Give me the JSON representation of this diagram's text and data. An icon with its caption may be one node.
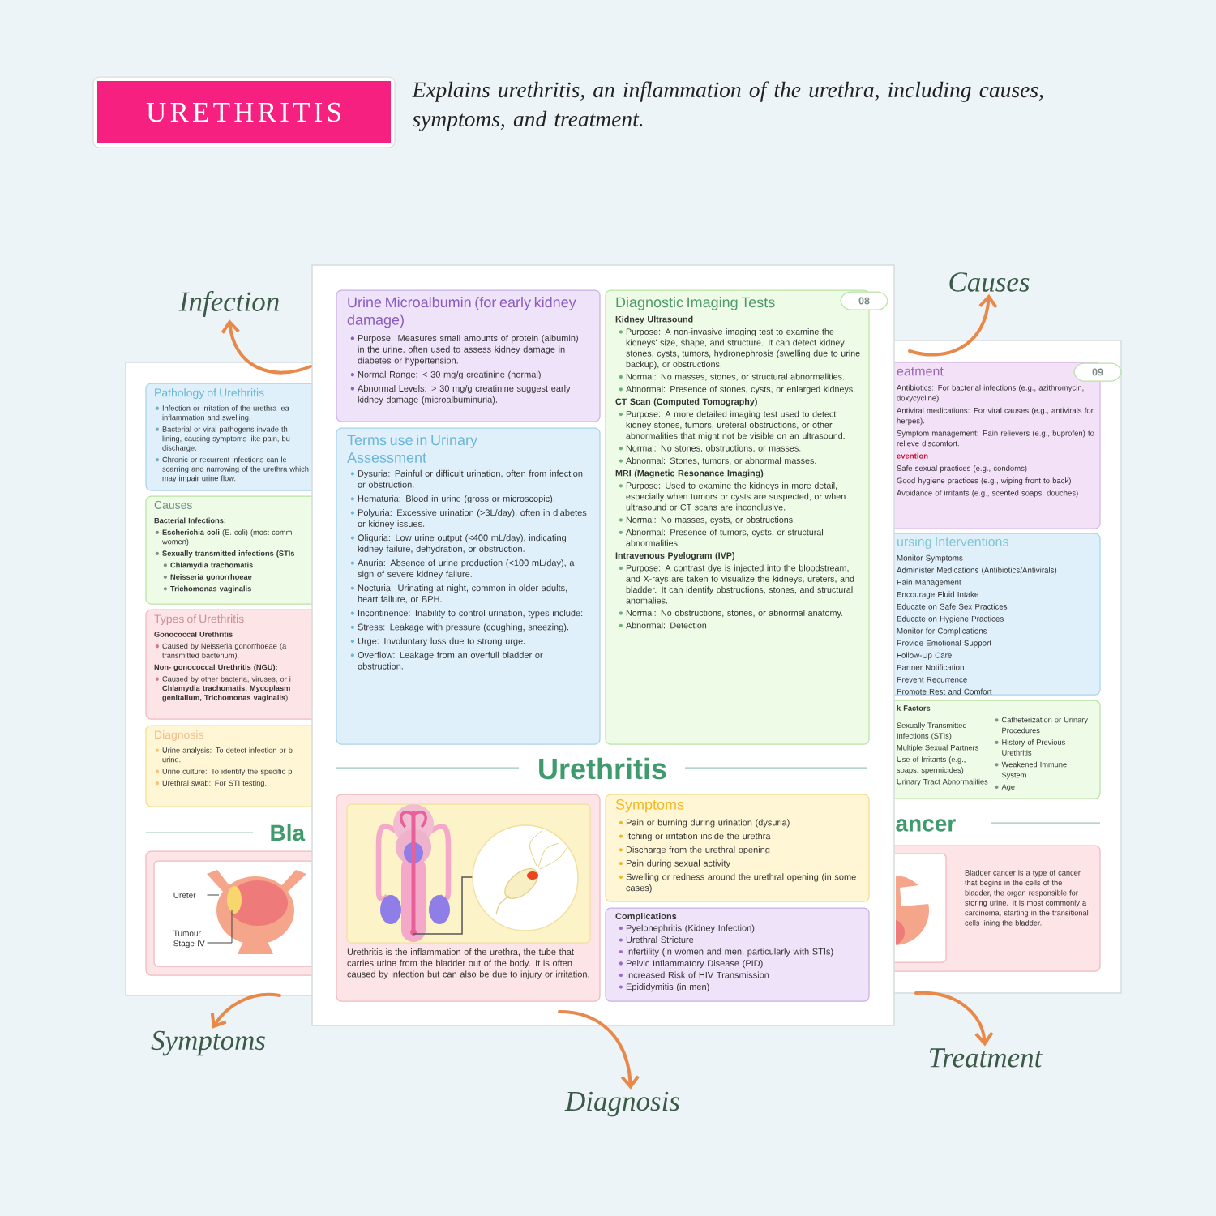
{
  "diagram": {
    "nodes": [
      {
        "text": [
          "URETHRITIS"
        ],
        "beside": [
          "Explains urethritis, an inflammation of the urethra, including causes, symptoms, and treatment."
        ]
      },
      {
        "text": [],
        "shape": "box"
      },
      {
        "text": [
          "Pathology of Urethritis",
          "Infection or irritation of the urethra lea inflammation and swelling.",
          "Bacterial or viral pathogens invade th lining, causing symptoms like pain, bu discharge.",
          "Chronic or recurrent infections can le scarring and narrowing of the urethra which may impair urine flow."
        ],
        "in": 1
      },
      {
        "text": [
          "Causes",
          "Bacterial Infections:",
          "**Escherichia coli** (E. coli) (most comm women)",
          "Sexually transmitted infections (STIs",
          "Chlamydia trachomatis",
          "Neisseria gonorrhoeae",
          "Trichomonas vaginalis"
        ],
        "in": 1
      },
      {
        "text": [
          "Types of Urethritis",
          "Gonococcal Urethritis",
          "Caused by Neisseria gonorrhoeae (a transmitted bacterium).",
          "Non- gonococcal Urethritis (NGU):",
          "Caused by other bacteria, viruses, or i **Chlamydia trachomatis, Mycoplasm genitalium, Trichomonas vaginalis**)."
        ],
        "in": 1
      },
      {
        "text": [
          "Diagnosis",
          "Urine analysis: To detect infection or b urine.",
          "Urine culture: To identify the specific p",
          "Urethral swab: For STI testing."
        ],
        "in": 1
      },
      {
        "text": [],
        "shape": "box",
        "in": 1
      },
      {
        "text": [
          "Ureter"
        ],
        "in": 6
      },
      {
        "text": [
          "Tumour Stage IV"
        ],
        "in": 6
      },
      {
        "text": [],
        "shape": "box"
      },
      {
        "text": [
          "08"
        ],
        "in": 9
      },
      {
        "text": [
          "Urine Microalbumin (for early kidney damage)",
          "Purpose: Measures small amounts of protein (albumin) in the urine, often used to assess kidney damage in diabetes or hypertension.",
          "Normal Range: < 30 mg/g creatinine (normal)",
          "Abnormal Levels: > 30 mg/g creatinine suggest early kidney damage (microalbuminuria)."
        ],
        "in": 9
      },
      {
        "text": [
          "Terms use in Urinary Assessment",
          "Dysuria: Painful or difficult urination, often from infection or obstruction.",
          "Hematuria: Blood in urine (gross or microscopic).",
          "Polyuria: Excessive urination (>3L/day), often in diabetes or kidney issues.",
          "Oliguria: Low urine output (<400 mL/day), indicating kidney failure, dehydration, or obstruction.",
          "Anuria: Absence of urine production (<100 mL/day), a sign of severe kidney failure.",
          "Nocturia: Urinating at night, common in older adults, heart failure, or BPH.",
          "Incontinence: Inability to control urination, types include:",
          "Stress: Leakage with pressure (coughing, sneezing).",
          "Urge: Involuntary loss due to strong urge.",
          "Overflow: Leakage from an overfull bladder or obstruction."
        ],
        "in": 9
      },
      {
        "text": [
          "Diagnostic Imaging Tests",
          "Kidney Ultrasound",
          "Purpose: A non-invasive imaging test to examine the kidneys' size, shape, and structure. It can detect kidney stones, cysts, tumors, hydronephrosis (swelling due to urine backup), or obstructions.",
          "Normal: No masses, stones, or structural abnormalities.",
          "Abnormal: Presence of stones, cysts, or enlarged kidneys.",
          "CT Scan (Computed Tomography)",
          "Purpose: A more detailed imaging test used to detect kidney stones, tumors, ureteral obstructions, or other abnormalities that might not be visible on an ultrasound.",
          "Normal: No stones, obstructions, or masses.",
          "Abnormal: Stones, tumors, or abnormal masses.",
          "MRI (Magnetic Resonance Imaging)",
          "Purpose: Used to examine the kidneys in more detail, especially when tumors or cysts are suspected, or when ultrasound or CT scans are inconclusive.",
          "Normal: No masses, cysts, or obstructions.",
          "Abnormal: Presence of tumors, cysts, or structural abnormalities.",
          "Intravenous Pyelogram (IVP)",
          "Purpose: A contrast dye is injected into the bloodstream, and X-rays are taken to visualize the kidneys, ureters, and bladder. It can identify obstructions, stones, and structural anomalies.",
          "Normal: No obstructions, stones, or abnormal anatomy.",
          "Abnormal: Detection"
        ],
        "in": 9
      },
      {
        "text": [
          "Urethritis is the inflammation of the urethra, the tube that carries urine from the bladder out of the body. It is often caused by infection but can also be due to injury or irritation."
        ],
        "in": 9
      },
      {
        "text": [
          "Symptoms",
          "Pain or burning during urination (dysuria)",
          "Itching or irritation inside the urethra",
          "Discharge from the urethral opening",
          "Pain during sexual activity",
          "Swelling or redness around the urethral opening (in some cases)"
        ],
        "in": 9
      },
      {
        "text": [
          "Complications",
          "Pyelonephritis (Kidney Infection)",
          "Urethral Stricture",
          "Infertility (in women and men, particularly with STIs)",
          "Pelvic Inflammatory Disease (PID)",
          "Increased Risk of HIV Transmission",
          "Epididymitis (in men)"
        ],
        "in": 9
      },
      {
        "text": [],
        "shape": "box"
      },
      {
        "text": [
          "09"
        ],
        "in": 17
      },
      {
        "text": [
          "eatment",
          "Antibiotics: For bacterial infections (e.g., azithromycin, doxycycline).",
          "Antiviral medications: For viral causes (e.g., antivirals for herpes).",
          "Symptom management: Pain relievers (e.g., buprofen) to relieve discomfort.",
          "evention",
          "Safe sexual practices (e.g., condoms)",
          "Good hygiene practices (e.g., wiping front to back)",
          "Avoidance of irritants (e.g., scented soaps, douches)"
        ],
        "in": 17
      },
      {
        "text": [
          "ursing Interventions",
          "Monitor Symptoms",
          "Administer Medications (Antibiotics/Antivirals)",
          "Pain Management",
          "Encourage Fluid Intake",
          "Educate on Safe Sex Practices",
          "Educate on Hygiene Practices",
          "Monitor for Complications",
          "Provide Emotional Support",
          "Follow-Up Care",
          "Partner Notification",
          "Prevent Recurrence",
          "Promote Rest and Comfort"
        ],
        "in": 17
      },
      {
        "text": [
          "k Factors",
          "Sexually Transmitted Infections (STIs)",
          "Multiple Sexual Partners",
          "Use of Irritants (e.g., soaps, spermicides)",
          "Urinary Tract Abnormalities",
          "Catheterization or Urinary Procedures",
          "History of Previous Urethritis",
          "Weakened Immune System",
          "Age"
        ],
        "in": 17
      },
      {
        "text": [
          "Bladder cancer is a type of cancer that begins in the cells of the bladder, the organ responsible for storing urine. It is most commonly a carcinoma, starting in the transitional cells lining the bladder."
        ],
        "in": 17
      },
      {
        "text": [
          "Infection"
        ]
      },
      {
        "text": [
          "Causes"
        ]
      },
      {
        "text": [
          "Symptoms"
        ]
      },
      {
        "text": [
          "Diagnosis"
        ]
      },
      {
        "text": [
          "Treatment"
        ]
      }
    ],
    "edges": [
      {
        "from": 1,
        "to": 23,
        "arrow": "to"
      },
      {
        "from": 17,
        "to": 24,
        "arrow": "to"
      },
      {
        "from": 1,
        "to": 25,
        "arrow": "to"
      },
      {
        "from": 9,
        "to": 26,
        "arrow": "to"
      },
      {
        "from": 17,
        "to": 27,
        "arrow": "to"
      },
      {
        "from": 7,
        "to": null,
        "arrow": "none",
        "color": "#444444"
      },
      {
        "from": 8,
        "to": null,
        "arrow": "none",
        "color": "#444444"
      }
    ],
    "labels": [
      "Bla",
      "Urethritis",
      "ancer"
    ]
  }
}
